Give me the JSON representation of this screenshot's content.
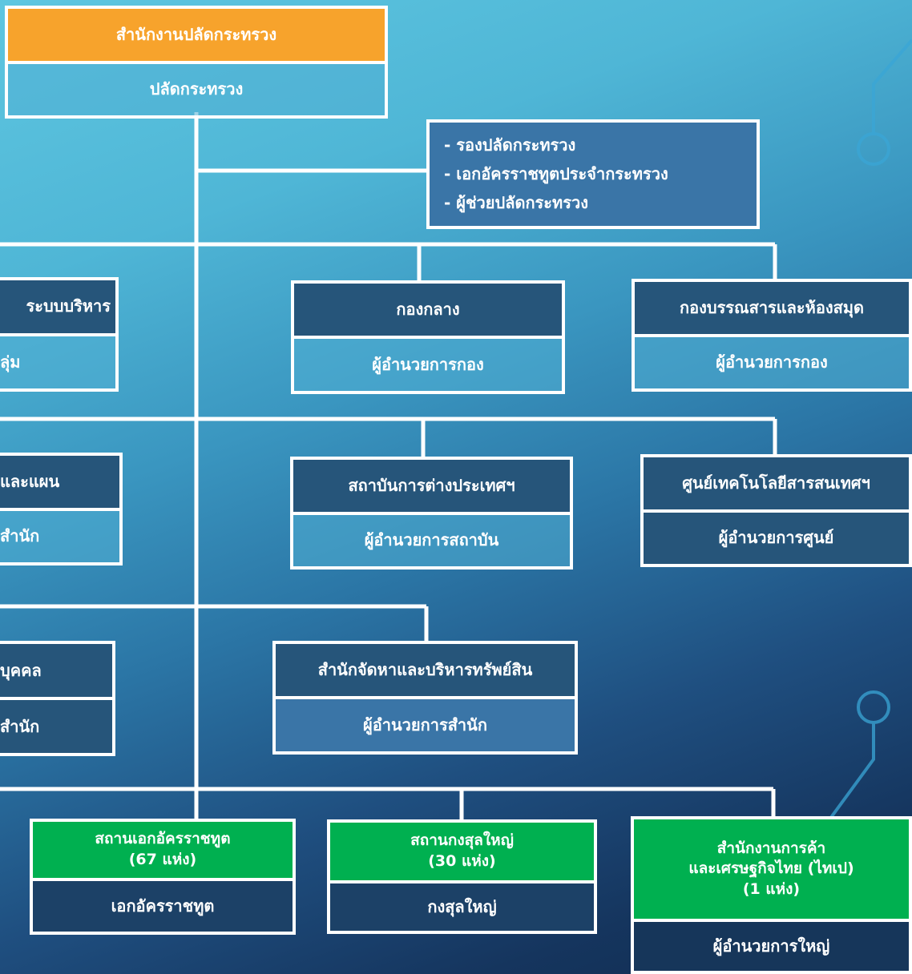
{
  "top": {
    "title": "สำนักงานปลัดกระทรวง",
    "head": "ปลัดกระทรวง"
  },
  "deputies": [
    "- รองปลัดกระทรวง",
    "- เอกอัครราชทูตประจำกระทรวง",
    "- ผู้ช่วยปลัดกระทรวง"
  ],
  "units": {
    "admin": {
      "title": "ระบบบริหาร",
      "head": "ลุ่ม"
    },
    "central": {
      "title": "กองกลาง",
      "head": "ผู้อำนวยการกอง"
    },
    "library": {
      "title": "กองบรรณสารและห้องสมุด",
      "head": "ผู้อำนวยการกอง"
    },
    "plan": {
      "title": "และแผน",
      "head": "สำนัก"
    },
    "institute": {
      "title": "สถาบันการต่างประเทศฯ",
      "head": "ผู้อำนวยการสถาบัน"
    },
    "ict": {
      "title": "ศูนย์เทคโนโลยีสารสนเทศฯ",
      "head": "ผู้อำนวยการศูนย์"
    },
    "personnel": {
      "title": "บุคคล",
      "head": "สำนัก"
    },
    "asset": {
      "title": "สำนักจัดหาและบริหารทรัพย์สิน",
      "head": "ผู้อำนวยการสำนัก"
    }
  },
  "missions": {
    "embassy": {
      "title": "สถานเอกอัครราชทูต\n(67 แห่ง)",
      "head": "เอกอัครราชทูต"
    },
    "consulate": {
      "title": "สถานกงสุลใหญ่\n(30 แห่ง)",
      "head": "กงสุลใหญ่"
    },
    "taipei": {
      "title": "สำนักงานการค้า\nและเศรษฐกิจไทย (ไทเป)\n(1 แห่ง)",
      "head": "ผู้อำนวยการใหญ่"
    }
  },
  "colors": {
    "orange": "#f7a32c",
    "green": "#00b050",
    "navy": "#26557a",
    "steel": "#3a75a7"
  }
}
